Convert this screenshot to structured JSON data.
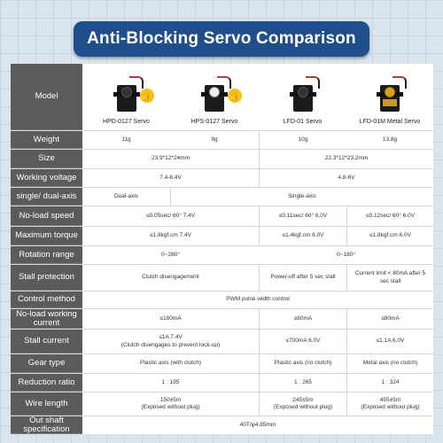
{
  "title": "Anti-Blocking Servo Comparison",
  "products": [
    {
      "name": "HPD-0127 Servo",
      "icon": "servo-with-thumbs-up"
    },
    {
      "name": "HPS-0127 Servo",
      "icon": "servo-with-thumbs-up"
    },
    {
      "name": "LFD-01 Servo",
      "icon": "servo"
    },
    {
      "name": "LFD-01M Metal Servo",
      "icon": "servo-gold-horn"
    }
  ],
  "rows": {
    "model": "Model",
    "weight": {
      "label": "Weight",
      "values": [
        "11g",
        "9g",
        "10g",
        "13.8g"
      ]
    },
    "size": {
      "label": "Size",
      "values": [
        "23.9*12*24mm",
        "22.3*12*23.2mm"
      ]
    },
    "voltage": {
      "label": "Working voltage",
      "values": [
        "7.4-8.4V",
        "4.8-6V"
      ]
    },
    "axis": {
      "label": "single/ dual-axis",
      "values": [
        "Dual-axis",
        "Single-axis"
      ]
    },
    "speed": {
      "label": "No-load speed",
      "values": [
        "≤0.05sec/ 60° 7.4V",
        "≤0.11sec/ 60° 6.0V",
        "≤0.12sec/ 60° 6.0V"
      ]
    },
    "torque": {
      "label": "Maximum torque",
      "values": [
        "≤1.8kgf.cm 7.4V",
        "≤1.4kgf.cm 6.0V",
        "≤1.8kgf.cm 6.0V"
      ]
    },
    "rotation": {
      "label": "Rotation range",
      "values": [
        "0~280°",
        "0~180°"
      ]
    },
    "stall": {
      "label": "Stall protection",
      "values": [
        "Clutch disengagement",
        "Power-off after 5 sec stall",
        "Current limit < 80mA after 5 sec stall"
      ]
    },
    "control": {
      "label": "Control method",
      "values": [
        "PWM pulse width control"
      ]
    },
    "noload_current": {
      "label": "No-load working current",
      "values": [
        "≤180mA",
        "≤60mA",
        "≤80mA"
      ]
    },
    "stall_current": {
      "label": "Stall current",
      "values": [
        "≤1A 7.4V",
        "(Clutch disengages to prevent lock-up)",
        "≤700mA 6.0V",
        "≤1.1A 6.0V"
      ]
    },
    "gear": {
      "label": "Gear type",
      "values": [
        "Plastic axis (with clutch)",
        "Plastic axis (no clutch)",
        "Metal axis (no clutch)"
      ]
    },
    "reduction": {
      "label": "Reduction ratio",
      "values": [
        "1 : 195",
        "1 : 265",
        "1 : 324"
      ]
    },
    "wire": {
      "label": "Wire length",
      "values": [
        "150±5m",
        "(Exposed without plug)",
        "245±5m",
        "(Exposed without plug)",
        "455±5m",
        "(Exposed without plug)"
      ]
    },
    "shaft": {
      "label": "Out shaft specification",
      "values": [
        "40T/φ4.85mm"
      ]
    }
  }
}
